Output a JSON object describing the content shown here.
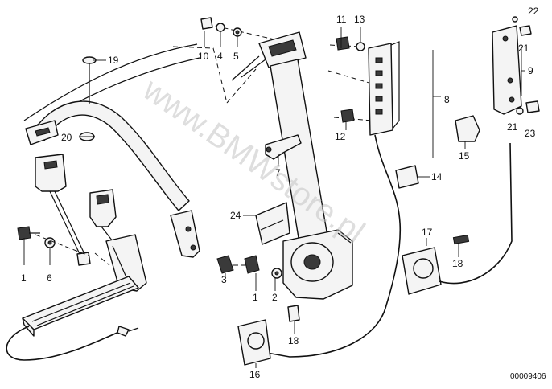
{
  "diagram": {
    "watermark": "www.BMWstore.pl",
    "drawing_code": "00009406",
    "callouts": {
      "c1a": "1",
      "c1b": "1",
      "c2": "2",
      "c3": "3",
      "c4": "4",
      "c5": "5",
      "c6": "6",
      "c7": "7",
      "c8": "8",
      "c9": "9",
      "c10": "10",
      "c11": "11",
      "c12": "12",
      "c13": "13",
      "c14": "14",
      "c15": "15",
      "c16": "16",
      "c17": "17",
      "c18a": "18",
      "c18b": "18",
      "c19": "19",
      "c20": "20",
      "c21a": "21",
      "c21b": "21",
      "c22": "22",
      "c23": "23",
      "c24": "24"
    }
  }
}
